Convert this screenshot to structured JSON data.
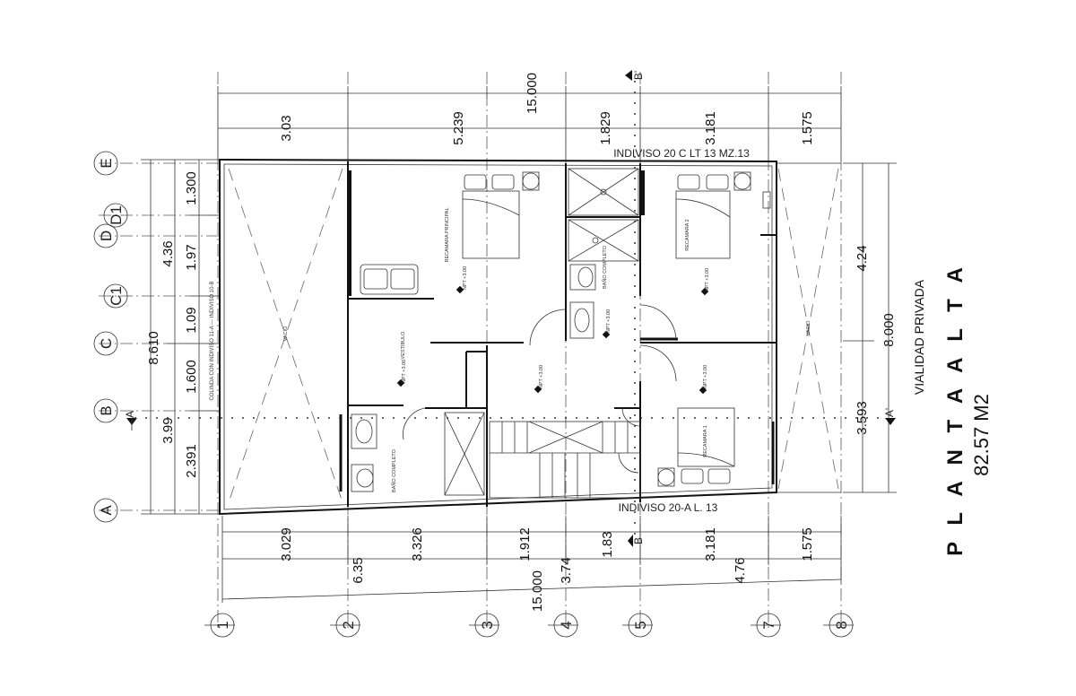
{
  "plan": {
    "title_lines": [
      "P L A N T A  A L T A",
      "82.57 M2"
    ],
    "street_label": "VIALIDAD PRIVADA",
    "top_neighbor": "INDIVISO 20 C LT 13 MZ.13",
    "bottom_neighbor": "INDIVISO 20-A L. 13",
    "left_neighbor": "COLINDA CON INDIVISO 11-A --- INDIVISO 10-B",
    "column_axes": [
      "1",
      "2",
      "3",
      "4",
      "5",
      "7",
      "8"
    ],
    "row_axes": [
      "E",
      "D1",
      "D",
      "C1",
      "C",
      "B",
      "A"
    ],
    "section_marks": [
      "A",
      "A'",
      "B",
      "B'"
    ],
    "rooms": {
      "master": "RECAMARA PRINCIPAL",
      "bed2": "RECAMARA 2",
      "bed1": "RECAMARA 1",
      "bath_left": "BAÑO COMPLETO",
      "bath_center": "BAÑO COMPLETO",
      "lobby": "VESTIBULO",
      "void": "VACIO"
    },
    "level_tag": "NPT +3.00"
  },
  "dimensions": {
    "top_total": "15.000",
    "top_segments": [
      "3.03",
      "5.239",
      "1.829",
      "3.181",
      "1.575"
    ],
    "bottom_segments": [
      "3.029",
      "3.326",
      "1.912",
      "1.83",
      "3.181",
      "1.575"
    ],
    "bottom_groups": [
      "6.35",
      "3.74",
      "4.76"
    ],
    "bottom_total": "15.000",
    "left_total": "8.610",
    "left_groups": [
      "4.36",
      "3.99"
    ],
    "left_segments": [
      "1.300",
      "1.97",
      "1.09",
      "1.600",
      "2.391"
    ],
    "right_total": "8.000",
    "right_segments": [
      "4.24",
      "3.593"
    ]
  }
}
